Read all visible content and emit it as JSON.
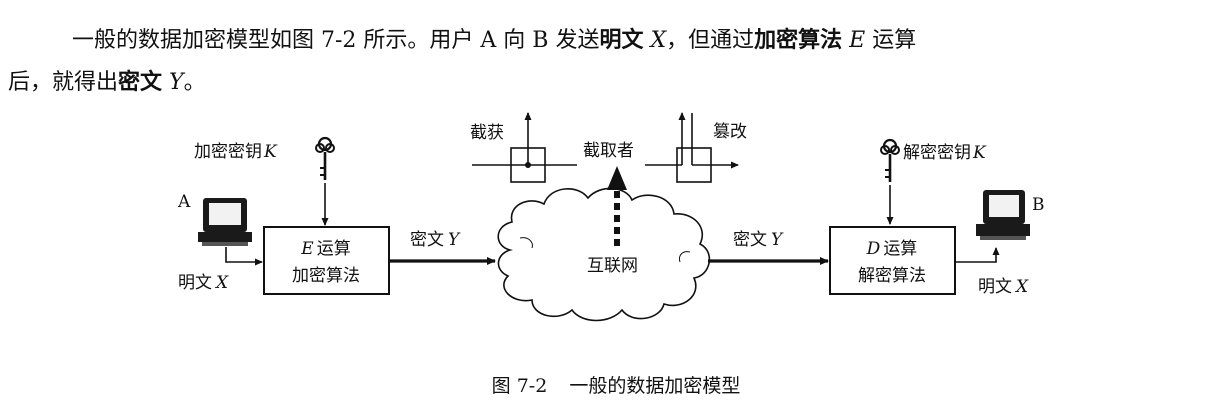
{
  "paragraph": {
    "line1_part1": "一般的数据加密模型如图 7-2 所示。用户 A 向 B 发送",
    "line1_bold1": "明文",
    "line1_var1": " X",
    "line1_part2": "，但通过",
    "line1_bold2": "加密算法",
    "line1_var2": " E",
    "line1_part3": " 运算",
    "line2_part1": "后，就得出",
    "line2_bold": "密文",
    "line2_var": " Y",
    "line2_end": "。"
  },
  "diagram": {
    "user_a": "A",
    "user_b": "B",
    "enc_key_label": "加密密钥",
    "enc_key_var": "K",
    "dec_key_label": "解密密钥",
    "dec_key_var": "K",
    "plaintext_label": "明文",
    "plaintext_var": "X",
    "enc_box_var": "E",
    "enc_box_line1": "运算",
    "enc_box_line2": "加密算法",
    "dec_box_var": "D",
    "dec_box_line1": "运算",
    "dec_box_line2": "解密算法",
    "ciphertext_label": "密文",
    "ciphertext_var": "Y",
    "internet": "互联网",
    "intercept": "截获",
    "interceptor": "截取者",
    "tamper": "篡改"
  },
  "caption": {
    "fig_no": "图 7-2",
    "title": "一般的数据加密模型"
  }
}
